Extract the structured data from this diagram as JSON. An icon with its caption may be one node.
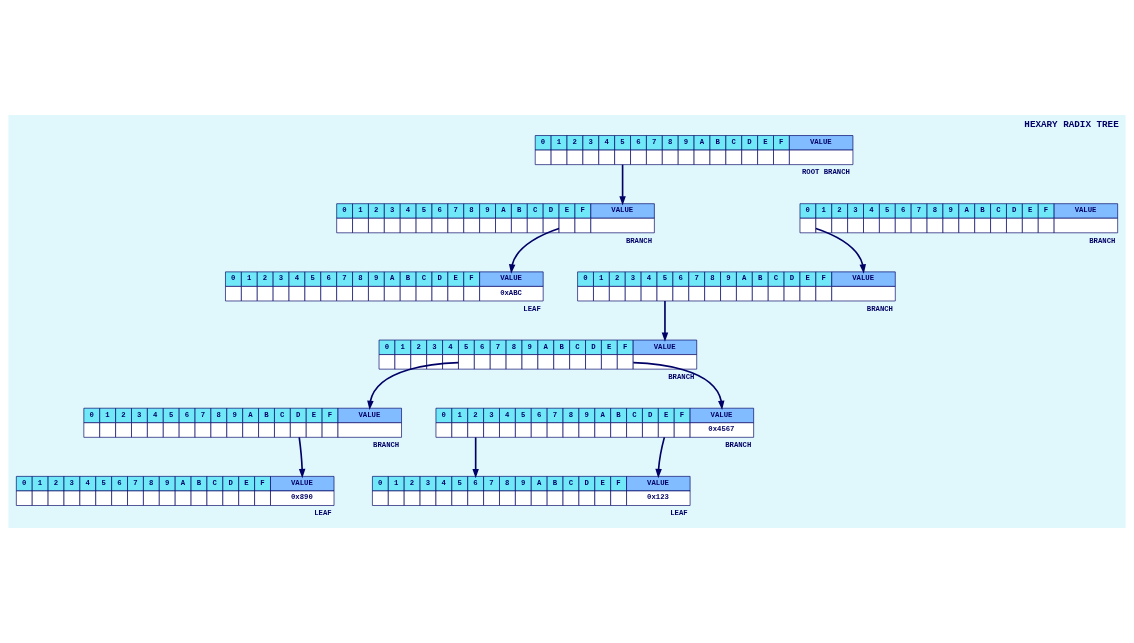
{
  "diagram": {
    "title": "HEXARY RADIX TREE",
    "nodes": [
      {
        "text": [
          "0",
          "1",
          "2",
          "3",
          "4",
          "5",
          "6",
          "7",
          "8",
          "9",
          "A",
          "B",
          "C",
          "D",
          "E",
          "F",
          "VALUE"
        ],
        "beside": [
          "ROOT BRANCH"
        ]
      },
      {
        "text": [
          "0",
          "1",
          "2",
          "3",
          "4",
          "5",
          "6",
          "7",
          "8",
          "9",
          "A",
          "B",
          "C",
          "D",
          "E",
          "F",
          "VALUE"
        ],
        "beside": [
          "BRANCH"
        ]
      },
      {
        "text": [
          "0",
          "1",
          "2",
          "3",
          "4",
          "5",
          "6",
          "7",
          "8",
          "9",
          "A",
          "B",
          "C",
          "D",
          "E",
          "F",
          "VALUE"
        ],
        "beside": [
          "BRANCH"
        ]
      },
      {
        "text": [
          "0",
          "1",
          "2",
          "3",
          "4",
          "5",
          "6",
          "7",
          "8",
          "9",
          "A",
          "B",
          "C",
          "D",
          "E",
          "F",
          "VALUE",
          "0xABC"
        ],
        "beside": [
          "LEAF"
        ]
      },
      {
        "text": [
          "0",
          "1",
          "2",
          "3",
          "4",
          "5",
          "6",
          "7",
          "8",
          "9",
          "A",
          "B",
          "C",
          "D",
          "E",
          "F",
          "VALUE"
        ],
        "beside": [
          "BRANCH"
        ]
      },
      {
        "text": [
          "0",
          "1",
          "2",
          "3",
          "4",
          "5",
          "6",
          "7",
          "8",
          "9",
          "A",
          "B",
          "C",
          "D",
          "E",
          "F",
          "VALUE"
        ],
        "beside": [
          "BRANCH"
        ]
      },
      {
        "text": [
          "0",
          "1",
          "2",
          "3",
          "4",
          "5",
          "6",
          "7",
          "8",
          "9",
          "A",
          "B",
          "C",
          "D",
          "E",
          "F",
          "VALUE"
        ],
        "beside": [
          "BRANCH"
        ]
      },
      {
        "text": [
          "0",
          "1",
          "2",
          "3",
          "4",
          "5",
          "6",
          "7",
          "8",
          "9",
          "A",
          "B",
          "C",
          "D",
          "E",
          "F",
          "VALUE",
          "0x4567"
        ],
        "beside": [
          "BRANCH"
        ]
      },
      {
        "text": [
          "0",
          "1",
          "2",
          "3",
          "4",
          "5",
          "6",
          "7",
          "8",
          "9",
          "A",
          "B",
          "C",
          "D",
          "E",
          "F",
          "VALUE",
          "0x890"
        ],
        "beside": [
          "LEAF"
        ]
      },
      {
        "text": [
          "0",
          "1",
          "2",
          "3",
          "4",
          "5",
          "6",
          "7",
          "8",
          "9",
          "A",
          "B",
          "C",
          "D",
          "E",
          "F",
          "VALUE",
          "0x123"
        ],
        "beside": [
          "LEAF"
        ]
      }
    ],
    "edges": [
      {
        "from": 0,
        "to": 1,
        "arrow": "to"
      },
      {
        "from": 1,
        "to": 3,
        "arrow": "to"
      },
      {
        "from": 2,
        "to": 4,
        "arrow": "to"
      },
      {
        "from": 4,
        "to": 5,
        "arrow": "to"
      },
      {
        "from": 5,
        "to": 6,
        "arrow": "to"
      },
      {
        "from": 5,
        "to": 7,
        "arrow": "to"
      },
      {
        "from": 6,
        "to": 8,
        "arrow": "to"
      },
      {
        "from": 7,
        "to": 9,
        "arrow": "to"
      },
      {
        "from": 7,
        "to": 9,
        "arrow": "to"
      }
    ]
  }
}
